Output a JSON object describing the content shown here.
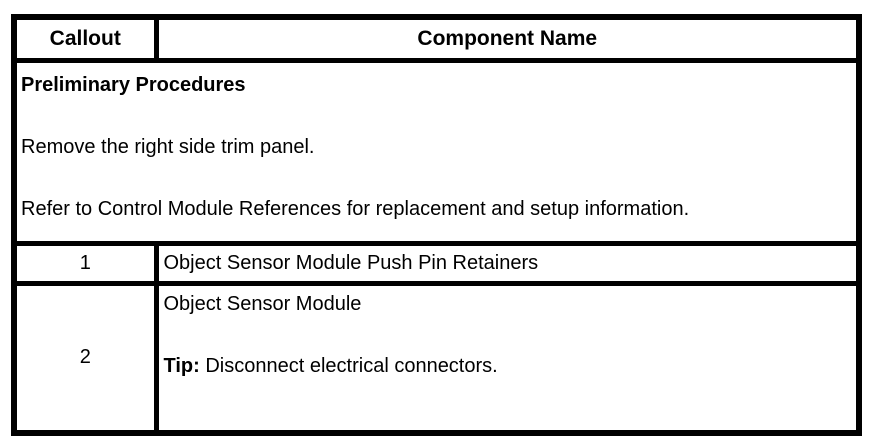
{
  "colors": {
    "background": "#ffffff",
    "border": "#000000",
    "text": "#000000"
  },
  "doc": {
    "header": {
      "callout": "Callout",
      "component": "Component Name"
    },
    "preliminary": {
      "title": "Preliminary Procedures",
      "steps": [
        "Remove the right side trim panel.",
        "Refer to Control Module References for replacement and setup information."
      ]
    },
    "rows": [
      {
        "callout": "1",
        "component": "Object Sensor Module Push Pin Retainers"
      },
      {
        "callout": "2",
        "component": "Object Sensor Module",
        "tip_label": "Tip:",
        "tip_text": " Disconnect electrical connectors."
      }
    ]
  }
}
